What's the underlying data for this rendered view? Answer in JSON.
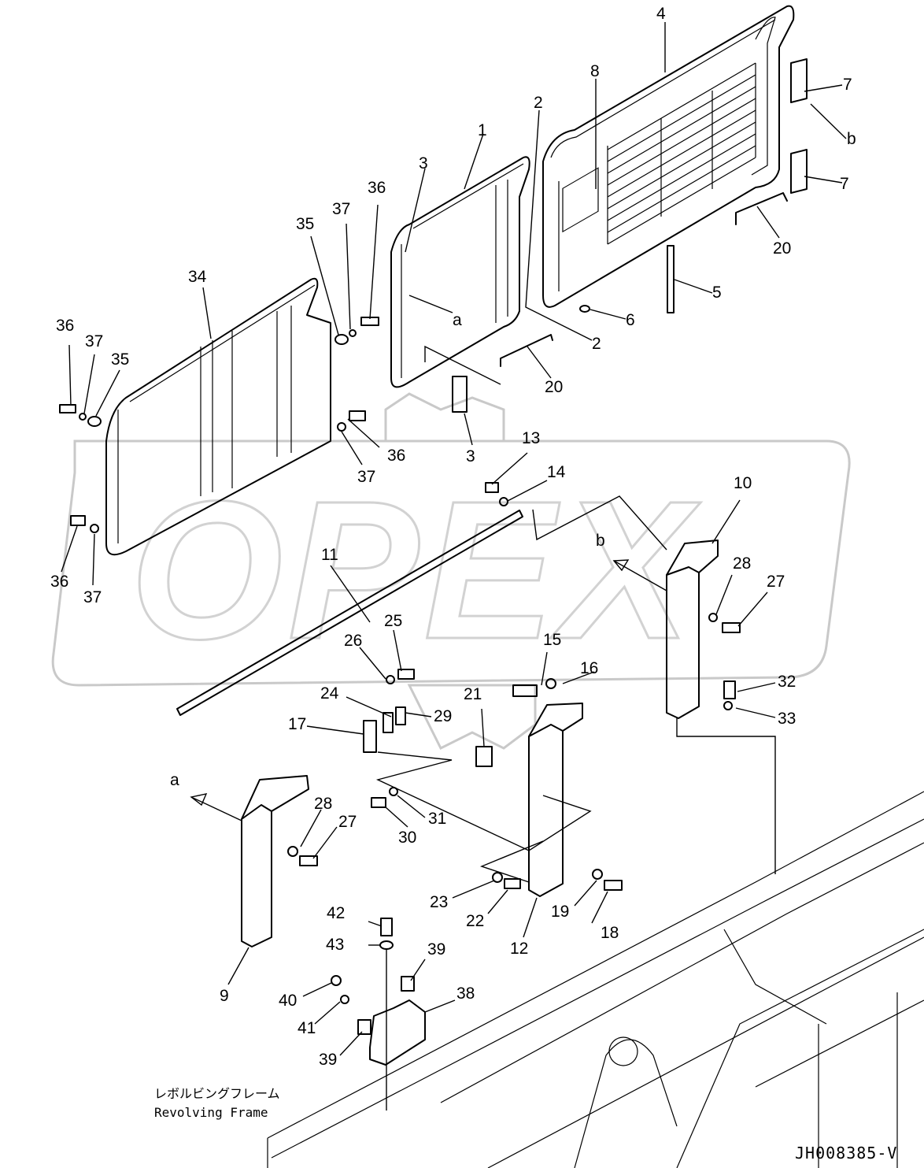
{
  "watermark": {
    "text": "OPEX"
  },
  "callouts": [
    {
      "id": "l1",
      "text": "1"
    },
    {
      "id": "l2a",
      "text": "2"
    },
    {
      "id": "l2b",
      "text": "2"
    },
    {
      "id": "l3a",
      "text": "3"
    },
    {
      "id": "l3b",
      "text": "3"
    },
    {
      "id": "l4",
      "text": "4"
    },
    {
      "id": "l5",
      "text": "5"
    },
    {
      "id": "l6",
      "text": "6"
    },
    {
      "id": "l7a",
      "text": "7"
    },
    {
      "id": "l7b",
      "text": "7"
    },
    {
      "id": "l8",
      "text": "8"
    },
    {
      "id": "l9",
      "text": "9"
    },
    {
      "id": "l10",
      "text": "10"
    },
    {
      "id": "l11",
      "text": "11"
    },
    {
      "id": "l12",
      "text": "12"
    },
    {
      "id": "l13",
      "text": "13"
    },
    {
      "id": "l14",
      "text": "14"
    },
    {
      "id": "l15",
      "text": "15"
    },
    {
      "id": "l16",
      "text": "16"
    },
    {
      "id": "l17",
      "text": "17"
    },
    {
      "id": "l18",
      "text": "18"
    },
    {
      "id": "l19",
      "text": "19"
    },
    {
      "id": "l20a",
      "text": "20"
    },
    {
      "id": "l20b",
      "text": "20"
    },
    {
      "id": "l21",
      "text": "21"
    },
    {
      "id": "l22",
      "text": "22"
    },
    {
      "id": "l23",
      "text": "23"
    },
    {
      "id": "l24",
      "text": "24"
    },
    {
      "id": "l25",
      "text": "25"
    },
    {
      "id": "l26",
      "text": "26"
    },
    {
      "id": "l27a",
      "text": "27"
    },
    {
      "id": "l27b",
      "text": "27"
    },
    {
      "id": "l28a",
      "text": "28"
    },
    {
      "id": "l28b",
      "text": "28"
    },
    {
      "id": "l29",
      "text": "29"
    },
    {
      "id": "l30",
      "text": "30"
    },
    {
      "id": "l31",
      "text": "31"
    },
    {
      "id": "l32",
      "text": "32"
    },
    {
      "id": "l33",
      "text": "33"
    },
    {
      "id": "l34",
      "text": "34"
    },
    {
      "id": "l35a",
      "text": "35"
    },
    {
      "id": "l35b",
      "text": "35"
    },
    {
      "id": "l36a",
      "text": "36"
    },
    {
      "id": "l36b",
      "text": "36"
    },
    {
      "id": "l36c",
      "text": "36"
    },
    {
      "id": "l36d",
      "text": "36"
    },
    {
      "id": "l37a",
      "text": "37"
    },
    {
      "id": "l37b",
      "text": "37"
    },
    {
      "id": "l37c",
      "text": "37"
    },
    {
      "id": "l37d",
      "text": "37"
    },
    {
      "id": "l38",
      "text": "38"
    },
    {
      "id": "l39a",
      "text": "39"
    },
    {
      "id": "l39b",
      "text": "39"
    },
    {
      "id": "l40",
      "text": "40"
    },
    {
      "id": "l41",
      "text": "41"
    },
    {
      "id": "l42",
      "text": "42"
    },
    {
      "id": "l43",
      "text": "43"
    },
    {
      "id": "la1",
      "text": "a"
    },
    {
      "id": "la2",
      "text": "a"
    },
    {
      "id": "lb1",
      "text": "b"
    },
    {
      "id": "lb2",
      "text": "b"
    }
  ],
  "frame_label": {
    "jp": "レボルビングフレーム",
    "en": "Revolving Frame"
  },
  "drawing_code": "JH008385-V"
}
